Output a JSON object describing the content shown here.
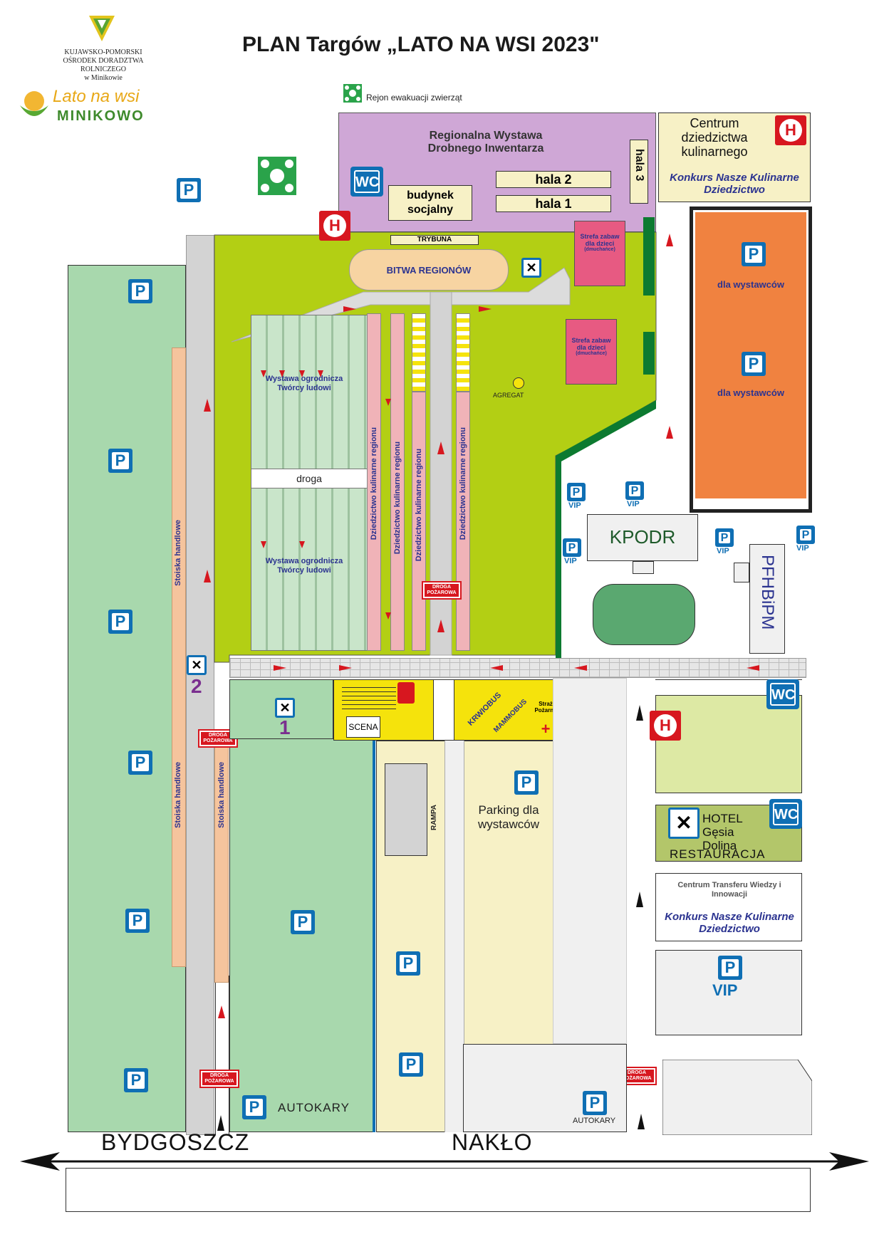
{
  "title": "PLAN Targów „LATO NA WSI 2023\"",
  "logo1": {
    "line1": "KUJAWSKO-POMORSKI",
    "line2": "OŚRODEK DORADZTWA ROLNICZEGO",
    "line3": "w Minikowie"
  },
  "logo2": {
    "top": "Lato na wsi",
    "bottom": "MINIKOWO"
  },
  "evacuation_label": "Rejon ewakuacji zwierząt",
  "regional_exhibition": "Regionalna Wystawa Drobnego Inwentarza",
  "hall1": "hala 1",
  "hall2": "hala 2",
  "hall3": "hala 3",
  "social_building": "budynek socjalny",
  "wc": "WC",
  "hospital": "H",
  "parking": "P",
  "vip": "VIP",
  "culinary_center": "Centrum dziedzictwa kulinarnego",
  "contest": "Konkurs Nasze Kulinarne Dziedzictwo",
  "tribune": "TRYBUNA",
  "battle": "BITWA REGIONÓW",
  "kids_zone": "Strefa zabaw dla dzieci",
  "kids_zone_sub": "(dmuchańce)",
  "for_exhibitors": "dla wystawców",
  "garden_exhibition": "Wystawa ogrodnicza Twórcy ludowi",
  "road": "droga",
  "culinary_heritage": "Dziedzictwo kulinarne regionu",
  "aggregate": "AGREGAT",
  "fire_road": "DROGA POŻAROWA",
  "kpodr": "KPODR",
  "pfhbipm": "PFHBiPM",
  "stalls": "Stoiska handlowe",
  "food_1": "1",
  "food_2": "2",
  "stage": "SCENA",
  "fire_brigade": "Straż Pożarna",
  "krwiobus": "KRWIOBUS",
  "mammobus": "MAMMOBUS",
  "rampa": "RAMPA",
  "exhibitor_parking": "Parking dla wystawców",
  "hotel": "HOTEL Gęsia Dolina",
  "restaurant": "RESTAURACJA",
  "transfer_center": "Centrum Transferu Wiedzy i Innowacji",
  "buses": "AUTOKARY",
  "bydgoszcz": "BYDGOSZCZ",
  "naklo": "NAKŁO",
  "icons": {
    "evacuation": "evacuation-icon",
    "food": "cutlery-icon",
    "fire_ext": "fire-extinguisher-icon",
    "first_aid": "first-aid-cross-icon"
  },
  "colors": {
    "green_area": "#b3cf14",
    "parking_green": "#a8d8ad",
    "purple": "#cfa7d6",
    "orange": "#f08240",
    "yellow": "#f5e30c",
    "cream": "#f7f1c6",
    "blue": "#0f6fb4",
    "red": "#d7171f"
  }
}
